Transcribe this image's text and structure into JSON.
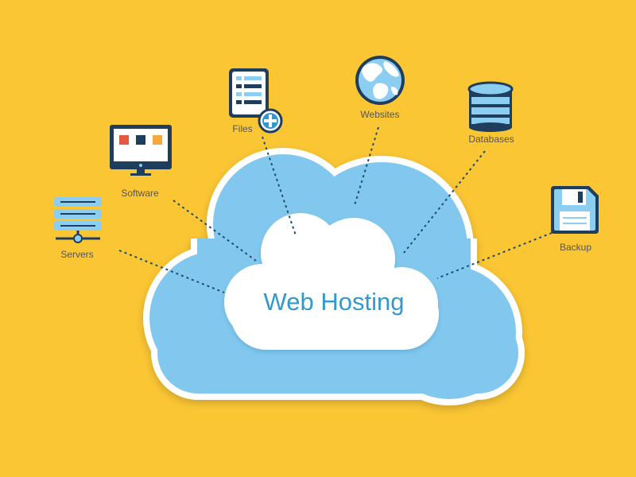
{
  "colors": {
    "background": "#FBC634",
    "cloud_outer": "#FFFFFF",
    "cloud_fill": "#82C8EE",
    "title_color": "#3399CC",
    "label_color": "#555555",
    "connector": "#1E4E6B",
    "icon_dark": "#1F3E5E",
    "icon_blue": "#8CCDF2",
    "icon_accent_red": "#E8573F",
    "icon_accent_orange": "#F4A93B"
  },
  "title": "Web Hosting",
  "nodes": [
    {
      "id": "servers",
      "label": "Servers",
      "icon": "server-rack-icon"
    },
    {
      "id": "software",
      "label": "Software",
      "icon": "monitor-icon"
    },
    {
      "id": "files",
      "label": "Files",
      "icon": "document-add-icon"
    },
    {
      "id": "websites",
      "label": "Websites",
      "icon": "globe-icon"
    },
    {
      "id": "databases",
      "label": "Databases",
      "icon": "database-icon"
    },
    {
      "id": "backup",
      "label": "Backup",
      "icon": "floppy-disk-icon"
    }
  ]
}
